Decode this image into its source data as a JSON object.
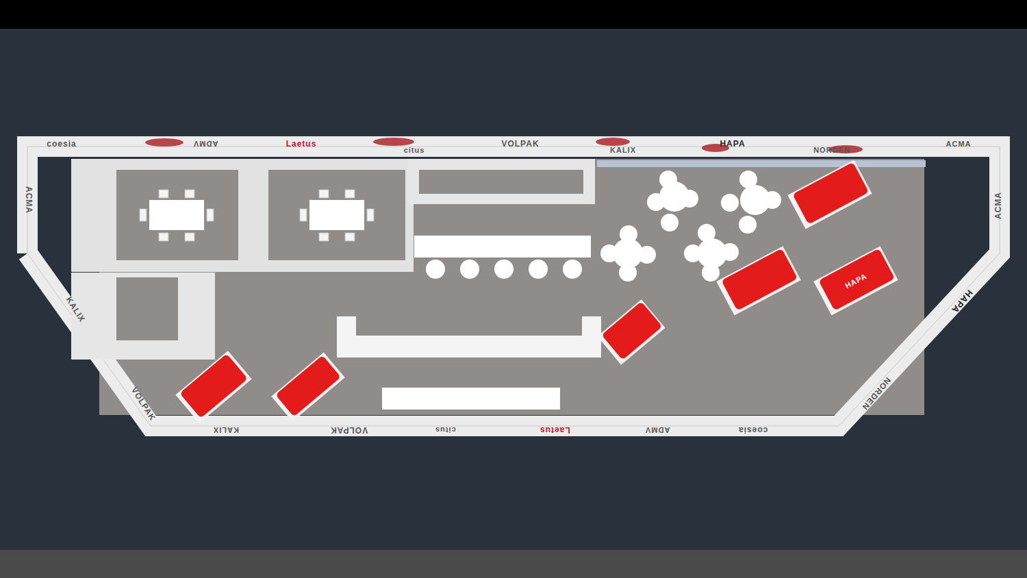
{
  "diagram": {
    "labels": [
      "coesia",
      "ADMV",
      "Laetus",
      "citus",
      "VOLPAK",
      "KALIX",
      "HAPA",
      "NORDEN",
      "ACMA",
      "ACMA",
      "ACMA",
      "KALIX",
      "VOLPAK",
      "HAPA",
      "NORDEN",
      "KALIX",
      "VOLPAK",
      "citus",
      "Laetus",
      "ADMV",
      "coesia",
      "HAPA"
    ]
  }
}
